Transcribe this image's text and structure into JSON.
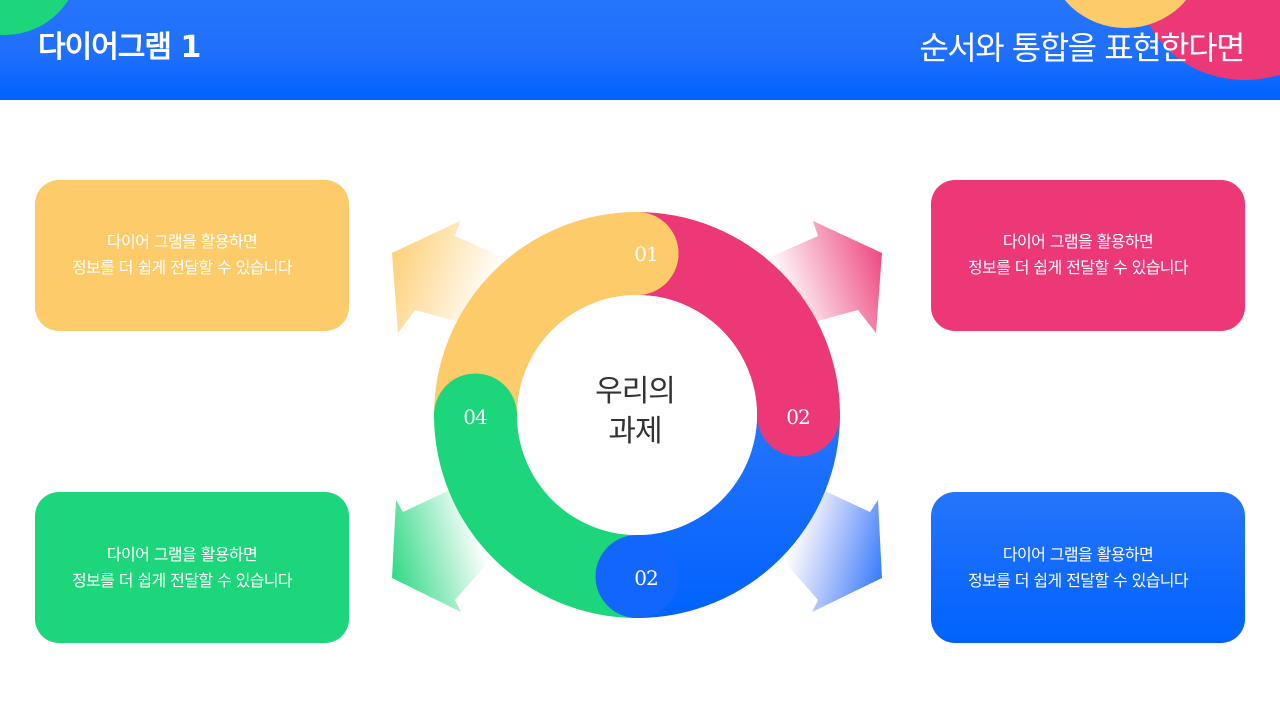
{
  "header": {
    "title": "다이어그램 1",
    "subtitle": "순서와 통합을 표현한다면"
  },
  "diagram": {
    "center_label_line1": "우리의",
    "center_label_line2": "과제",
    "segments": [
      {
        "label": "01",
        "color": "#fecb6a"
      },
      {
        "label": "02",
        "color": "#ec3876"
      },
      {
        "label": "02",
        "color": "#1f6ffd"
      },
      {
        "label": "04",
        "color": "#1dd57a"
      }
    ]
  },
  "cards": [
    {
      "line1": "다이어 그램을 활용하면",
      "line2": "정보를 더 쉽게 전달할 수 있습니다",
      "color": "#fecb6a"
    },
    {
      "line1": "다이어 그램을 활용하면",
      "line2": "정보를 더 쉽게 전달할 수 있습니다",
      "color": "#ec3876"
    },
    {
      "line1": "다이어 그램을 활용하면",
      "line2": "정보를 더 쉽게 전달할 수 있습니다",
      "color": "#1dd57a"
    },
    {
      "line1": "다이어 그램을 활용하면",
      "line2": "정보를 더 쉽게 전달할 수 있습니다",
      "color": "#1f6ffd"
    }
  ],
  "colors": {
    "header_blue": "#1f6ffd",
    "yellow": "#fecb6a",
    "pink": "#ec3876",
    "green": "#1dd57a",
    "blue": "#0062fe"
  }
}
